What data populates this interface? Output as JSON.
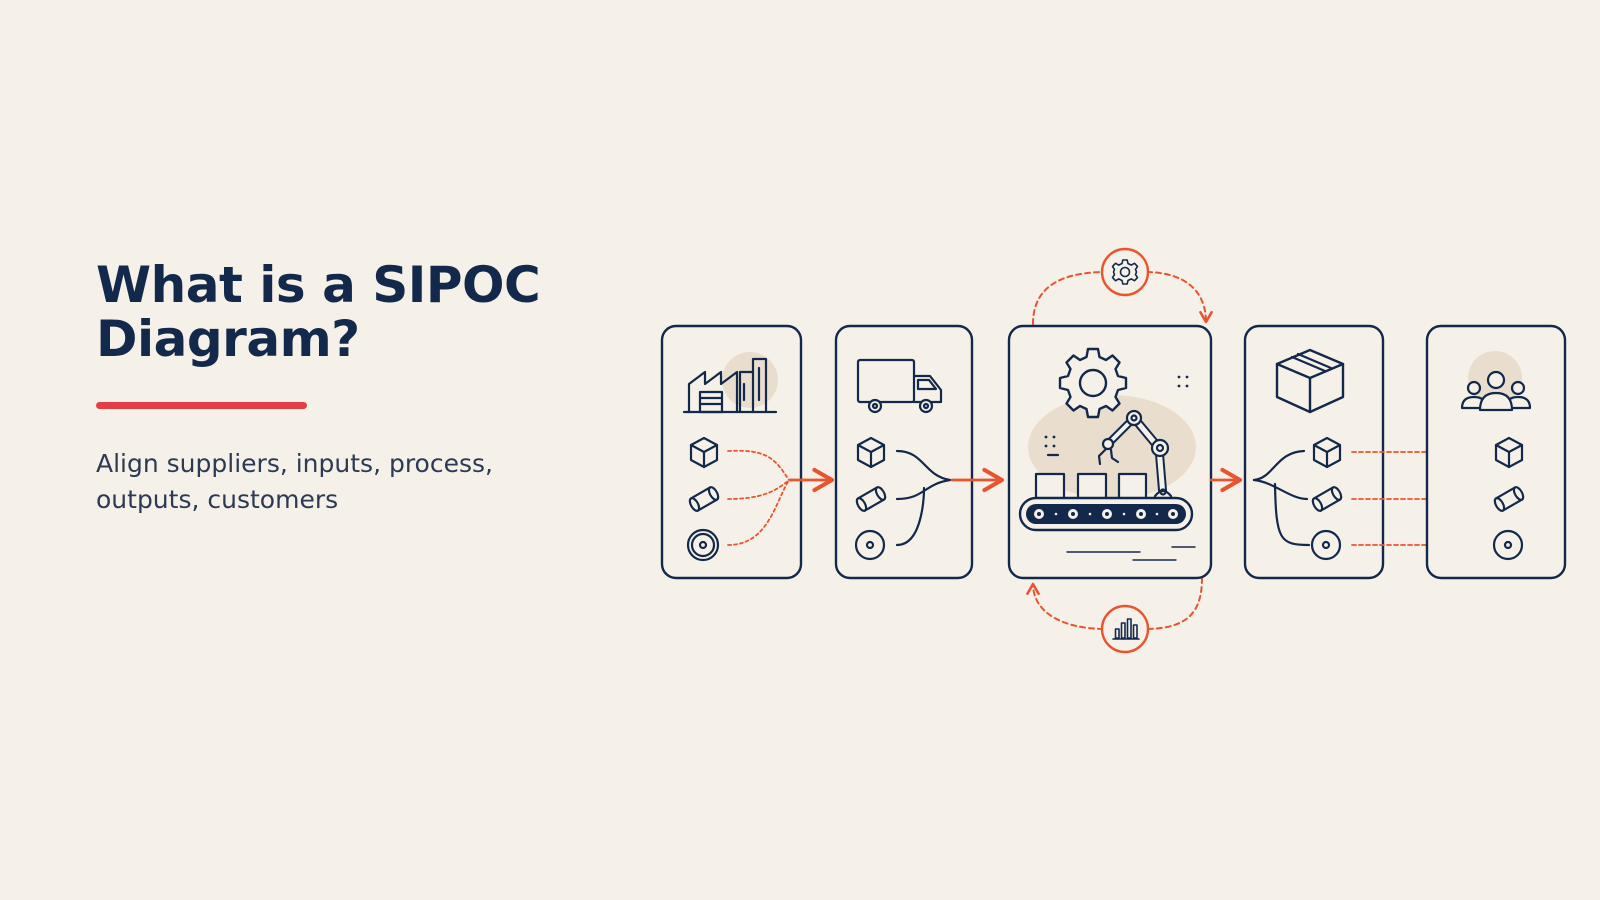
{
  "slide": {
    "title_lines": [
      "What is a SIPOC",
      "Diagram?"
    ],
    "subtitle_lines": [
      "Align suppliers, inputs, process,",
      "outputs, customers"
    ]
  },
  "colors": {
    "background": "#F5F0E8",
    "ink": "#13294B",
    "accent": "#E9542F",
    "title_bar": "#E43D45",
    "highlight": "#E9DDCD"
  },
  "diagram": {
    "panels": [
      {
        "id": "suppliers",
        "icon": "factory-icon",
        "items": [
          "cube-icon",
          "cylinder-icon",
          "roll-icon"
        ]
      },
      {
        "id": "inputs",
        "icon": "truck-icon",
        "items": [
          "cube-icon",
          "cylinder-icon",
          "disc-icon"
        ]
      },
      {
        "id": "process",
        "icon": "gear-icon",
        "items": [
          "robot-arm-icon",
          "conveyor-belt-icon"
        ]
      },
      {
        "id": "outputs",
        "icon": "box-icon",
        "items": [
          "cube-icon",
          "cylinder-icon",
          "disc-icon"
        ]
      },
      {
        "id": "customers",
        "icon": "people-icon",
        "items": [
          "cube-icon",
          "cylinder-icon",
          "disc-icon"
        ]
      }
    ],
    "loops": [
      {
        "id": "control",
        "icon": "settings-icon"
      },
      {
        "id": "measure",
        "icon": "bar-chart-icon"
      }
    ]
  }
}
